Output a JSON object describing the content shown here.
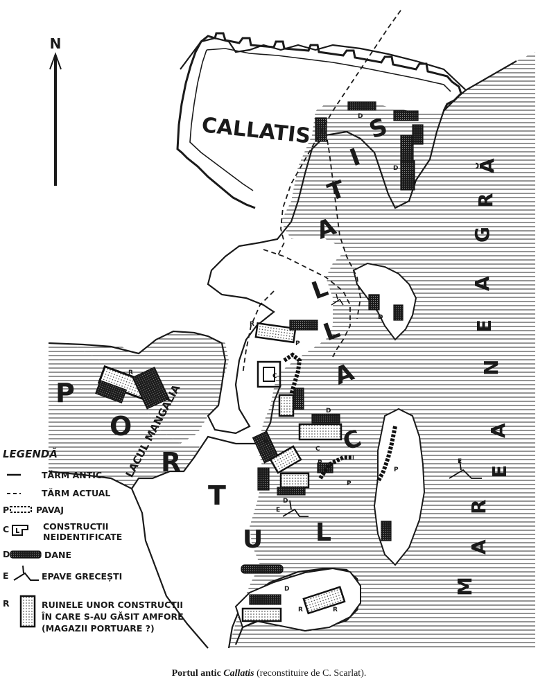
{
  "map": {
    "north": "N",
    "city": "CALLATIS",
    "lake": "LACUL MANGALIA",
    "port_word_1": [
      "P",
      "O",
      "R",
      "T"
    ],
    "port_word_2": [
      "U",
      "L"
    ],
    "callatis_coast": [
      "C",
      "A",
      "L",
      "L",
      "A",
      "T",
      "I",
      "S"
    ],
    "sea": [
      "M",
      "A",
      "R",
      "E",
      "A",
      " ",
      "N",
      "E",
      "A",
      "G",
      "R",
      "Ă"
    ],
    "markers": {
      "pavaj": "P",
      "constructii": "C",
      "dane": "D",
      "epave": "E",
      "ruine": "R"
    }
  },
  "legend": {
    "title": "LEGENDĂ",
    "items": [
      {
        "key": "",
        "symbol": "solid-line",
        "label": "TĂRM ANTIC"
      },
      {
        "key": "",
        "symbol": "dashed-line",
        "label": "TĂRM ACTUAL"
      },
      {
        "key": "P",
        "symbol": "pavement",
        "label": "PAVAJ"
      },
      {
        "key": "C",
        "symbol": "construction",
        "label": "CONSTRUCTII",
        "label2": "NEIDENTIFICATE"
      },
      {
        "key": "D",
        "symbol": "quay",
        "label": "DANE"
      },
      {
        "key": "E",
        "symbol": "ship",
        "label": "EPAVE GRECEȘTI"
      },
      {
        "key": "R",
        "symbol": "ruins",
        "label": "RUINELE UNOR CONSTRUCTII",
        "label2": "ÎN CARE S-AU GĂSIT AMFORE",
        "label3": "(MAGAZII PORTUARE ?)"
      }
    ]
  },
  "caption": {
    "part1": "Portul antic ",
    "part2": "Callatis",
    "part3": " (reconstituire de C. Scarlat)."
  }
}
